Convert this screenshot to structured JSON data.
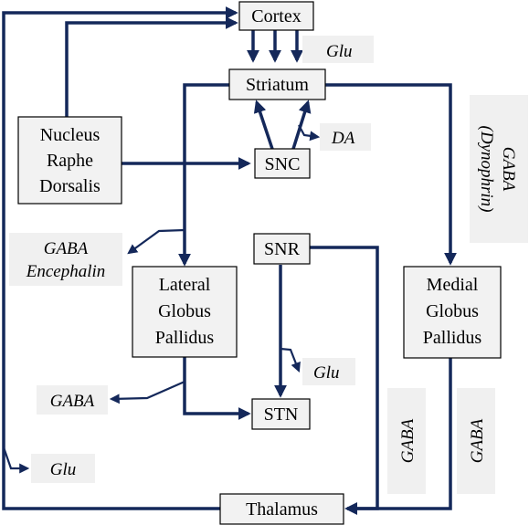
{
  "colors": {
    "edge": "#14285a",
    "box_fill": "#f2f2f2",
    "label_fill": "#f0f0f0"
  },
  "nodes": {
    "cortex": "Cortex",
    "striatum": "Striatum",
    "snc": "SNC",
    "nucleus_raphe_dorsalis": [
      "Nucleus",
      "Raphe",
      "Dorsalis"
    ],
    "snr": "SNR",
    "lateral_globus_pallidus": [
      "Lateral",
      "Globus",
      "Pallidus"
    ],
    "medial_globus_pallidus": [
      "Medial",
      "Globus",
      "Pallidus"
    ],
    "stn": "STN",
    "thalamus": "Thalamus"
  },
  "labels": {
    "cortex_striatum": "Glu",
    "snc_striatum": "DA",
    "striatum_medial": [
      "GABA",
      "(Dynophrin)"
    ],
    "striatum_lateral": [
      "GABA",
      "Encephalin"
    ],
    "lateral_stn": "GABA",
    "stn_snr": "Glu",
    "snr_thalamus": "GABA",
    "medial_thalamus": "GABA",
    "thalamus_cortex": "Glu"
  }
}
